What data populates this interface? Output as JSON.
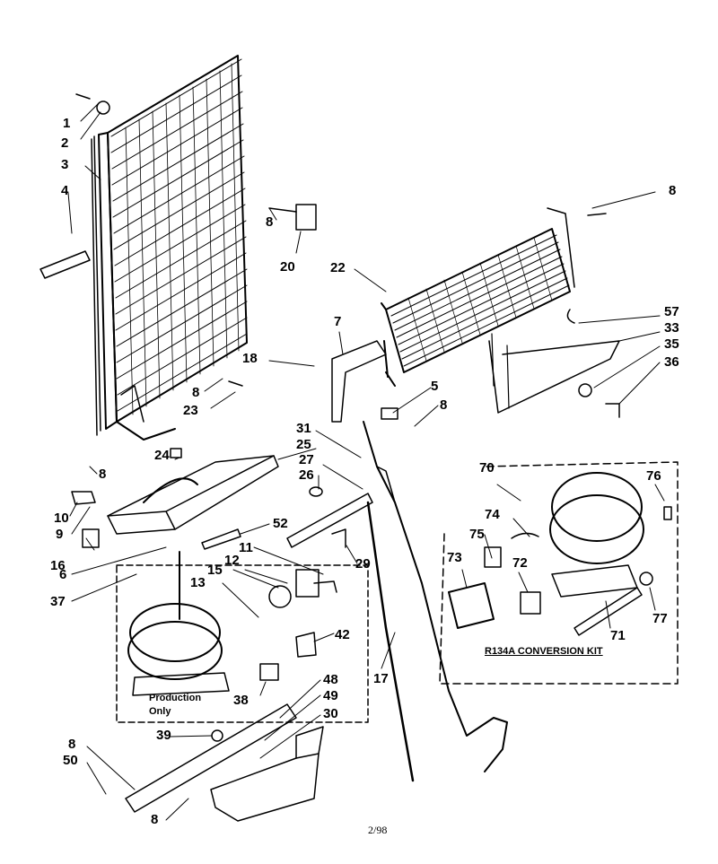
{
  "diagram": {
    "callouts": {
      "p1": "1",
      "p2": "2",
      "p3": "3",
      "p4": "4",
      "p5": "5",
      "p6": "6",
      "p7": "7",
      "p8a": "8",
      "p8b": "8",
      "p8c": "8",
      "p8d": "8",
      "p8e": "8",
      "p8f": "8",
      "p8g": "8",
      "p9": "9",
      "p10": "10",
      "p11": "11",
      "p12": "12",
      "p13": "13",
      "p15": "15",
      "p16": "16",
      "p17": "17",
      "p18": "18",
      "p20": "20",
      "p22": "22",
      "p23": "23",
      "p24": "24",
      "p25": "25",
      "p26": "26",
      "p27": "27",
      "p29": "29",
      "p30": "30",
      "p31": "31",
      "p33": "33",
      "p35": "35",
      "p36": "36",
      "p37": "37",
      "p38": "38",
      "p39": "39",
      "p42": "42",
      "p48": "48",
      "p49": "49",
      "p50": "50",
      "p52": "52",
      "p57": "57",
      "p70": "70",
      "p71": "71",
      "p72": "72",
      "p73": "73",
      "p74": "74",
      "p75": "75",
      "p76": "76",
      "p77": "77"
    },
    "production_note_line1": "Production",
    "production_note_line2": "Only",
    "kit_label": "R134A CONVERSION KIT",
    "footer_code": "2/98"
  }
}
